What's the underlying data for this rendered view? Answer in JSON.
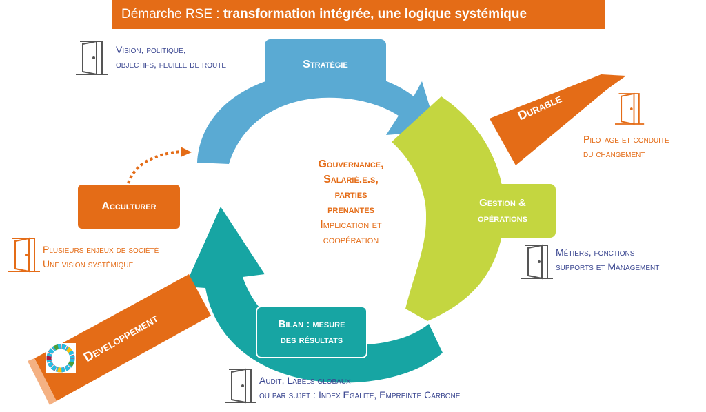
{
  "title": {
    "prefix": "Démarche RSE : ",
    "emphasis": "transformation intégrée, une logique systémique"
  },
  "center": {
    "line1": "Gouvernance,",
    "line2": "Salarié.e.s,",
    "line3": "parties",
    "line4": "prenantes",
    "line5": "Implication et",
    "line6": "coopération"
  },
  "boxes": {
    "strategie": "Stratégie",
    "gestion_line1": "Gestion &",
    "gestion_line2": "opérations",
    "bilan_line1": "Bilan : mesure",
    "bilan_line2": "des résultats",
    "acculturer": "Acculturer"
  },
  "ribbons": {
    "durable": "Durable",
    "developpement": "Developpement"
  },
  "captions": {
    "strategie_line1": "Vision, politique,",
    "strategie_line2": "objectifs, feuille de route",
    "durable_line1": "Pilotage et conduite",
    "durable_line2": "du changement",
    "gestion_line1": "Métiers, fonctions",
    "gestion_line2": "supports et Management",
    "acculturer_line1": "Plusieurs enjeux de société",
    "acculturer_line2": "Une vision systémique",
    "bilan_line1": "Audit, Labels globaux",
    "bilan_line2": "ou par sujet : Index Egalite, Empreinte Carbone"
  },
  "icons": [
    "door-icon",
    "sdg-wheel-icon",
    "dotted-arrow-icon"
  ],
  "colors": {
    "orange": "#e46c17",
    "blue": "#5aaad3",
    "lime": "#c4d640",
    "teal": "#17a5a3",
    "navy": "#3a4690"
  }
}
